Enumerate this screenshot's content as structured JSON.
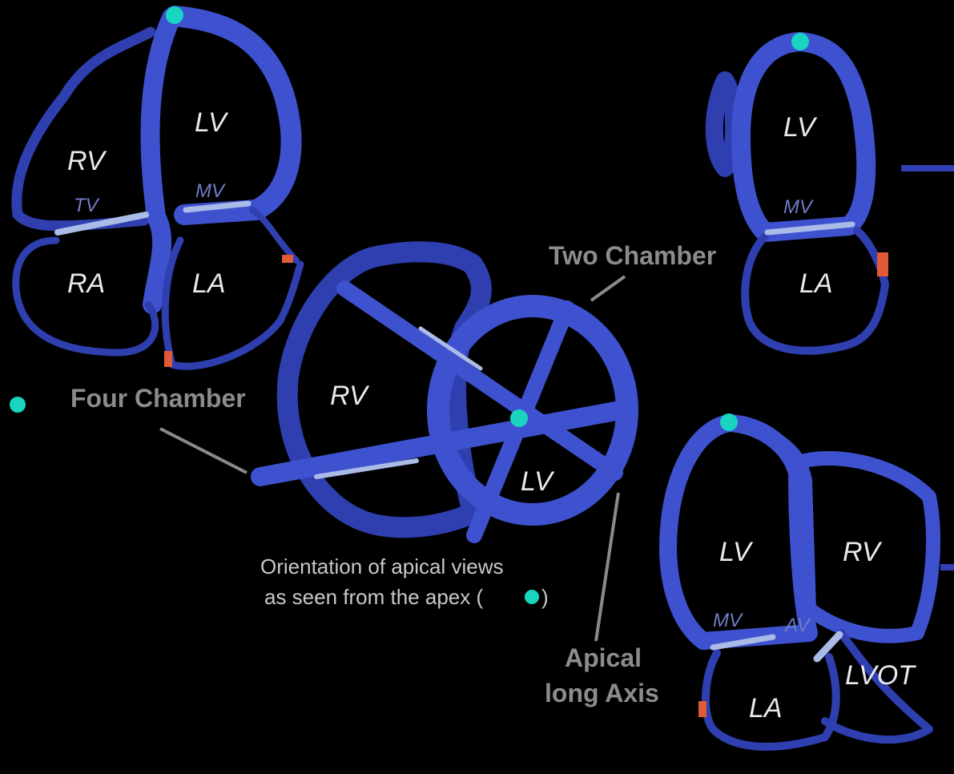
{
  "four_chamber_view": {
    "chambers": [
      "LV",
      "RV",
      "RA",
      "LA"
    ],
    "valves": [
      "TV",
      "MV"
    ]
  },
  "two_chamber_view": {
    "chambers": [
      "LV",
      "LA"
    ],
    "valves": [
      "MV"
    ]
  },
  "apical_long_axis_view": {
    "chambers": [
      "LV",
      "RV",
      "LA",
      "LVOT"
    ],
    "valves": [
      "MV",
      "AV"
    ]
  },
  "center_view": {
    "chambers": [
      "RV",
      "LV"
    ]
  },
  "captions": {
    "four_chamber": "Four Chamber",
    "two_chamber": "Two Chamber",
    "apical_long_axis_line1": "Apical",
    "apical_long_axis_line2": "long Axis",
    "orientation_line1": "Orientation of apical views",
    "orientation_line2": "as seen from the apex (",
    "orientation_line2_end": ")"
  },
  "colors": {
    "background": "#000000",
    "wall": "#2f3fb0",
    "apex_dot": "#19d4c0",
    "valve": "#aabbe8"
  }
}
